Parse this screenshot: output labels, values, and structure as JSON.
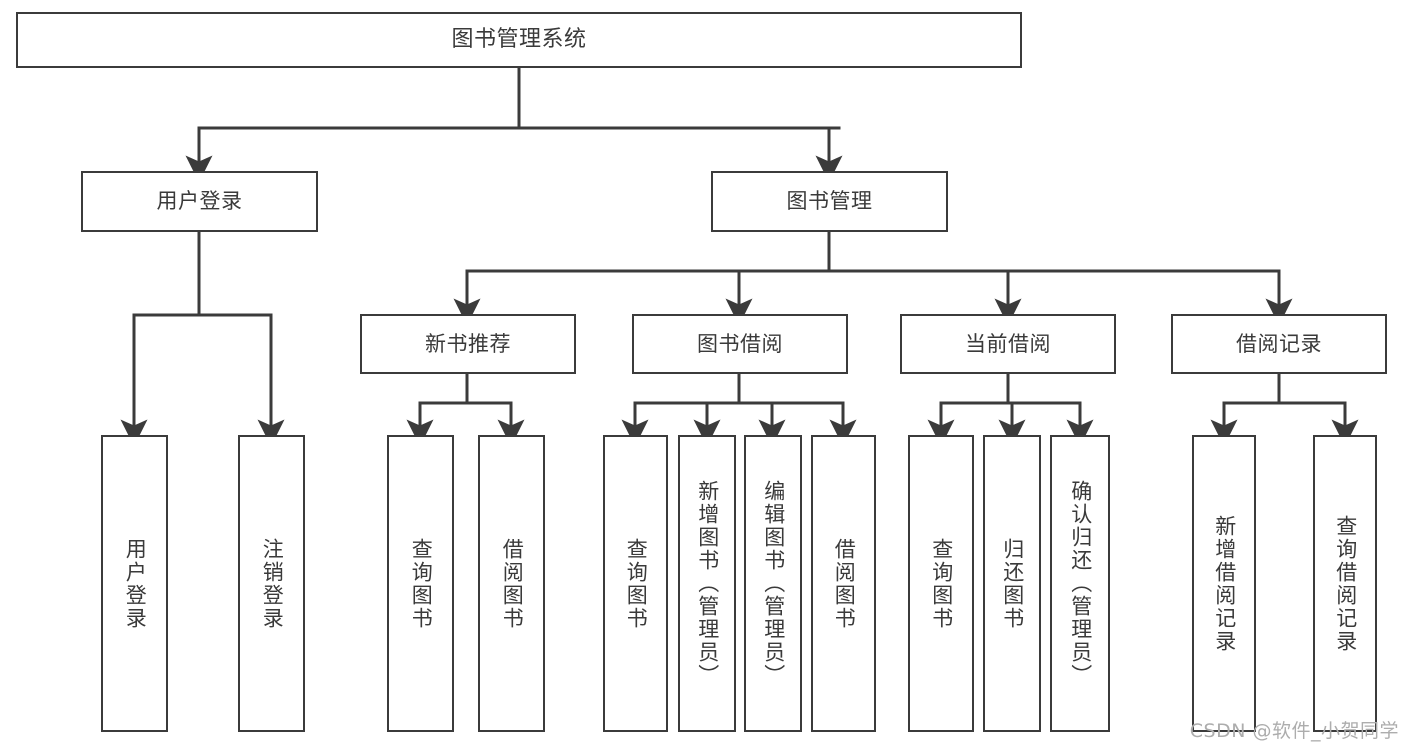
{
  "diagram": {
    "type": "tree-hierarchy-chart",
    "title": "图书管理系统",
    "root": {
      "label": "图书管理系统"
    },
    "level2": [
      {
        "id": "user-login",
        "label": "用户登录"
      },
      {
        "id": "book-manage",
        "label": "图书管理"
      }
    ],
    "level3": [
      {
        "id": "new-book-recommend",
        "label": "新书推荐",
        "parent": "book-manage"
      },
      {
        "id": "book-borrow",
        "label": "图书借阅",
        "parent": "book-manage"
      },
      {
        "id": "current-borrow",
        "label": "当前借阅",
        "parent": "book-manage"
      },
      {
        "id": "borrow-record",
        "label": "借阅记录",
        "parent": "book-manage"
      }
    ],
    "leaves": [
      {
        "id": "leaf-user-login",
        "label": "用户登录",
        "parent": "user-login"
      },
      {
        "id": "leaf-user-logout",
        "label": "注销登录",
        "parent": "user-login"
      },
      {
        "id": "leaf-query-book-1",
        "label": "查询图书",
        "parent": "new-book-recommend"
      },
      {
        "id": "leaf-borrow-book-1",
        "label": "借阅图书",
        "parent": "new-book-recommend"
      },
      {
        "id": "leaf-query-book-2",
        "label": "查询图书",
        "parent": "book-borrow"
      },
      {
        "id": "leaf-add-book",
        "label": "新增图书（管理员）",
        "parent": "book-borrow"
      },
      {
        "id": "leaf-edit-book",
        "label": "编辑图书（管理员）",
        "parent": "book-borrow"
      },
      {
        "id": "leaf-borrow-book-2",
        "label": "借阅图书",
        "parent": "book-borrow"
      },
      {
        "id": "leaf-query-book-3",
        "label": "查询图书",
        "parent": "current-borrow"
      },
      {
        "id": "leaf-return-book",
        "label": "归还图书",
        "parent": "current-borrow"
      },
      {
        "id": "leaf-confirm-return",
        "label": "确认归还（管理员）",
        "parent": "current-borrow"
      },
      {
        "id": "leaf-add-record",
        "label": "新增借阅记录",
        "parent": "borrow-record"
      },
      {
        "id": "leaf-query-record",
        "label": "查询借阅记录",
        "parent": "borrow-record"
      }
    ],
    "colors": {
      "border": "#3b3b3b",
      "text": "#3a3a3a",
      "background": "#ffffff",
      "connector": "#3b3b3b",
      "watermark": "#adadad"
    }
  },
  "watermark": {
    "text": "CSDN @软件_小贺同学"
  }
}
